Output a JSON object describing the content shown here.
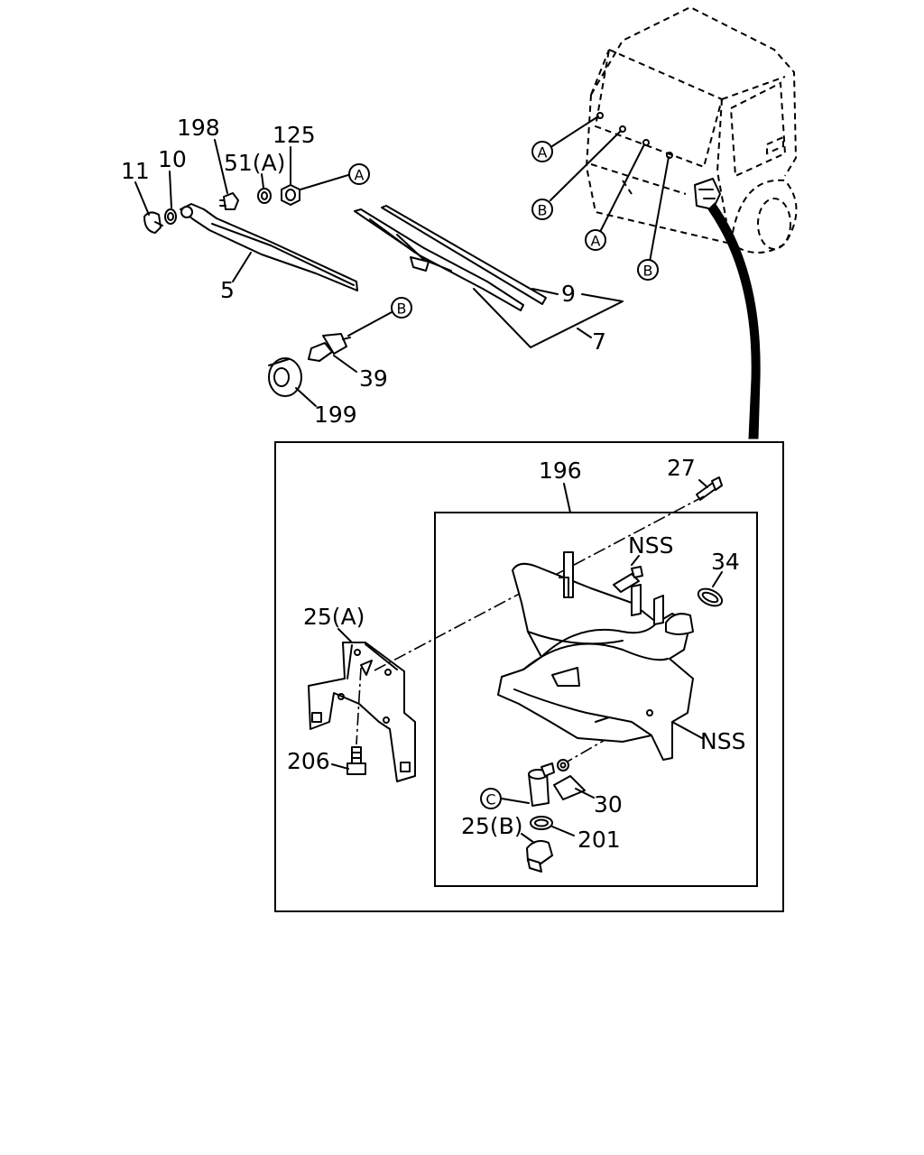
{
  "labels": {
    "p11": "11",
    "p10": "10",
    "p198": "198",
    "p51a": "51(A)",
    "p125": "125",
    "p5": "5",
    "p9": "9",
    "p7": "7",
    "p39": "39",
    "p199": "199",
    "p196": "196",
    "p27": "27",
    "nss_top": "NSS",
    "p34": "34",
    "p25a": "25(A)",
    "nss_right": "NSS",
    "p206": "206",
    "p30": "30",
    "p25b": "25(B)",
    "p201": "201"
  },
  "callouts": {
    "a": "A",
    "b": "B",
    "c": "C"
  }
}
